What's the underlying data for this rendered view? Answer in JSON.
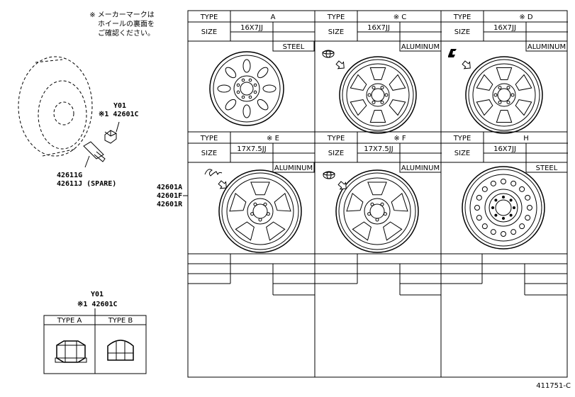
{
  "note": {
    "line1": "※ メーカーマークは",
    "line2": "ホイールの裏面を",
    "line3": "ご確認ください。"
  },
  "table_headers": {
    "type": "TYPE",
    "size": "SIZE"
  },
  "wheels": [
    {
      "id": "A",
      "type": "A",
      "size": "16X7JJ",
      "material": "STEEL",
      "mark_icon": "none"
    },
    {
      "id": "C",
      "type": "※ C",
      "size": "16X7JJ",
      "material": "ALUMINUM",
      "mark_icon": "toyota-emblem-icon"
    },
    {
      "id": "D",
      "type": "※ D",
      "size": "16X7JJ",
      "material": "ALUMINUM",
      "mark_icon": "brand-logo-icon"
    },
    {
      "id": "E",
      "type": "※ E",
      "size": "17X7.5JJ",
      "material": "ALUMINUM",
      "mark_icon": "script-logo-icon"
    },
    {
      "id": "F",
      "type": "※ F",
      "size": "17X7.5JJ",
      "material": "ALUMINUM",
      "mark_icon": "toyota-emblem-icon"
    },
    {
      "id": "H",
      "type": "H",
      "size": "16X7JJ",
      "material": "STEEL",
      "mark_icon": "none"
    }
  ],
  "parts": {
    "nut_top": {
      "code": "Y01",
      "number": "※1 42601C"
    },
    "valve": {
      "number": "42611G",
      "number_spare": "42611J (SPARE)"
    },
    "wheel_codes": [
      "42601A",
      "42601F",
      "42601R"
    ],
    "nut_bottom": {
      "code": "Y01",
      "number": "※1 42601C"
    }
  },
  "nut_table": {
    "type_a": "TYPE  A",
    "type_b": "TYPE  B"
  },
  "figure_id": "411751-C"
}
